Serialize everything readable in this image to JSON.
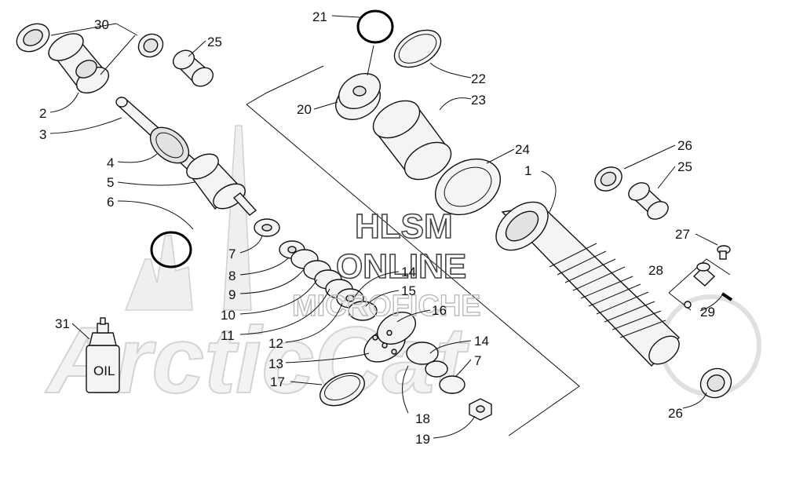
{
  "watermark": {
    "line1": "HLSM",
    "line2": "ONLINE",
    "line3": "MICROFICHE",
    "brand": "ArcticCat"
  },
  "bottle": {
    "label": "OIL"
  },
  "callouts": [
    {
      "id": "c30",
      "text": "30"
    },
    {
      "id": "c25a",
      "text": "25"
    },
    {
      "id": "c2",
      "text": "2"
    },
    {
      "id": "c3",
      "text": "3"
    },
    {
      "id": "c4",
      "text": "4"
    },
    {
      "id": "c5",
      "text": "5"
    },
    {
      "id": "c6",
      "text": "6"
    },
    {
      "id": "c7a",
      "text": "7"
    },
    {
      "id": "c8",
      "text": "8"
    },
    {
      "id": "c9",
      "text": "9"
    },
    {
      "id": "c10",
      "text": "10"
    },
    {
      "id": "c11",
      "text": "11"
    },
    {
      "id": "c12",
      "text": "12"
    },
    {
      "id": "c13",
      "text": "13"
    },
    {
      "id": "c14a",
      "text": "14"
    },
    {
      "id": "c15",
      "text": "15"
    },
    {
      "id": "c16",
      "text": "16"
    },
    {
      "id": "c17",
      "text": "17"
    },
    {
      "id": "c18",
      "text": "18"
    },
    {
      "id": "c19",
      "text": "19"
    },
    {
      "id": "c14b",
      "text": "14"
    },
    {
      "id": "c7b",
      "text": "7"
    },
    {
      "id": "c21",
      "text": "21"
    },
    {
      "id": "c22",
      "text": "22"
    },
    {
      "id": "c20",
      "text": "20"
    },
    {
      "id": "c23",
      "text": "23"
    },
    {
      "id": "c24",
      "text": "24"
    },
    {
      "id": "c1",
      "text": "1"
    },
    {
      "id": "c26a",
      "text": "26"
    },
    {
      "id": "c25b",
      "text": "25"
    },
    {
      "id": "c27",
      "text": "27"
    },
    {
      "id": "c28",
      "text": "28"
    },
    {
      "id": "c29",
      "text": "29"
    },
    {
      "id": "c26b",
      "text": "26"
    },
    {
      "id": "c31",
      "text": "31"
    }
  ]
}
